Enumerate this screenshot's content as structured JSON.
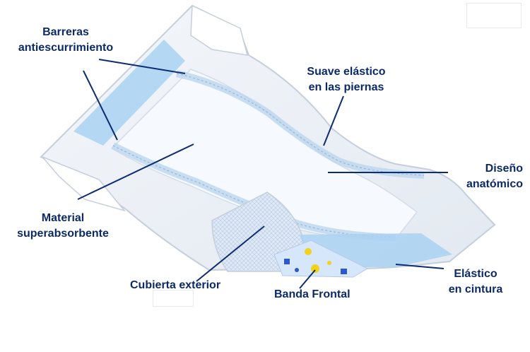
{
  "labels": {
    "barreras": [
      "Barreras",
      "antiescurrimiento"
    ],
    "suave": [
      "Suave elástico",
      "en las piernas"
    ],
    "diseno": [
      "Diseño",
      "anatómico"
    ],
    "material": [
      "Material",
      "superabsorbente"
    ],
    "cubierta": "Cubierta exterior",
    "banda": "Banda Frontal",
    "elastico": [
      "Elástico",
      "en cintura"
    ]
  },
  "colors": {
    "label_text": "#0b2a66",
    "leader_line": "#0d2c73",
    "diaper_outline": "#c5cedb",
    "diaper_fill": "#eef2f7",
    "elastic_blue": "#a9d2f2",
    "absorbent_fill": "#f6f9fd",
    "frontal_band": "#d6e7fb"
  }
}
